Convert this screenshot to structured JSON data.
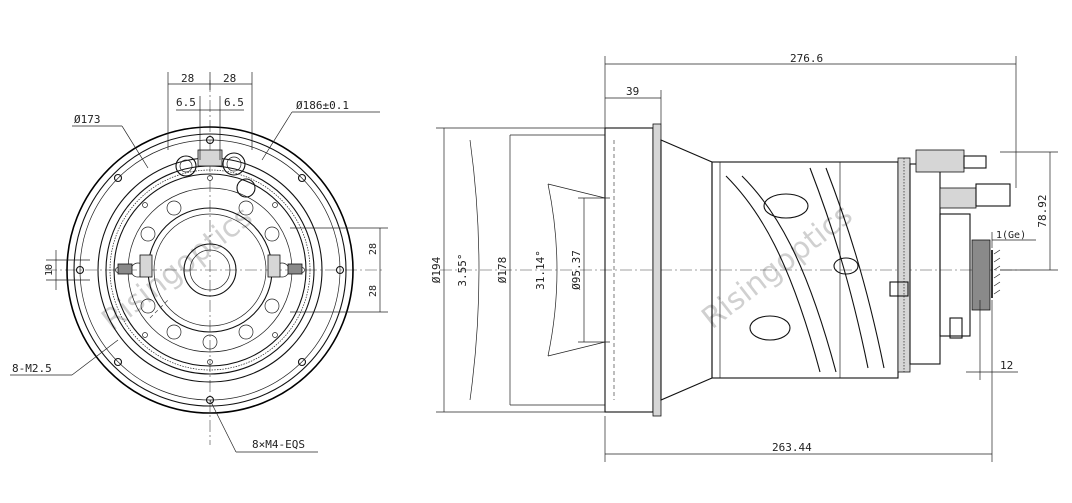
{
  "watermark": "Risingoptics",
  "front_view": {
    "dims": {
      "w28_left": "28",
      "w28_right": "28",
      "w65_left": "6.5",
      "w65_right": "6.5",
      "d173": "Ø173",
      "d186": "Ø186±0.1",
      "h10": "10",
      "v28_top": "28",
      "v28_bottom": "28",
      "holes_m25": "8-M2.5",
      "holes_m4": "8×M4-EQS"
    }
  },
  "side_view": {
    "dims": {
      "len_276": "276.6",
      "len_39": "39",
      "d194": "Ø194",
      "d178": "Ø178",
      "fov_355": "3.55°",
      "fov_3114": "31.14°",
      "d9537": "Ø95.37",
      "h7892": "78.92",
      "ge": "1(Ge)",
      "w12": "12",
      "len_26344": "263.44"
    }
  }
}
